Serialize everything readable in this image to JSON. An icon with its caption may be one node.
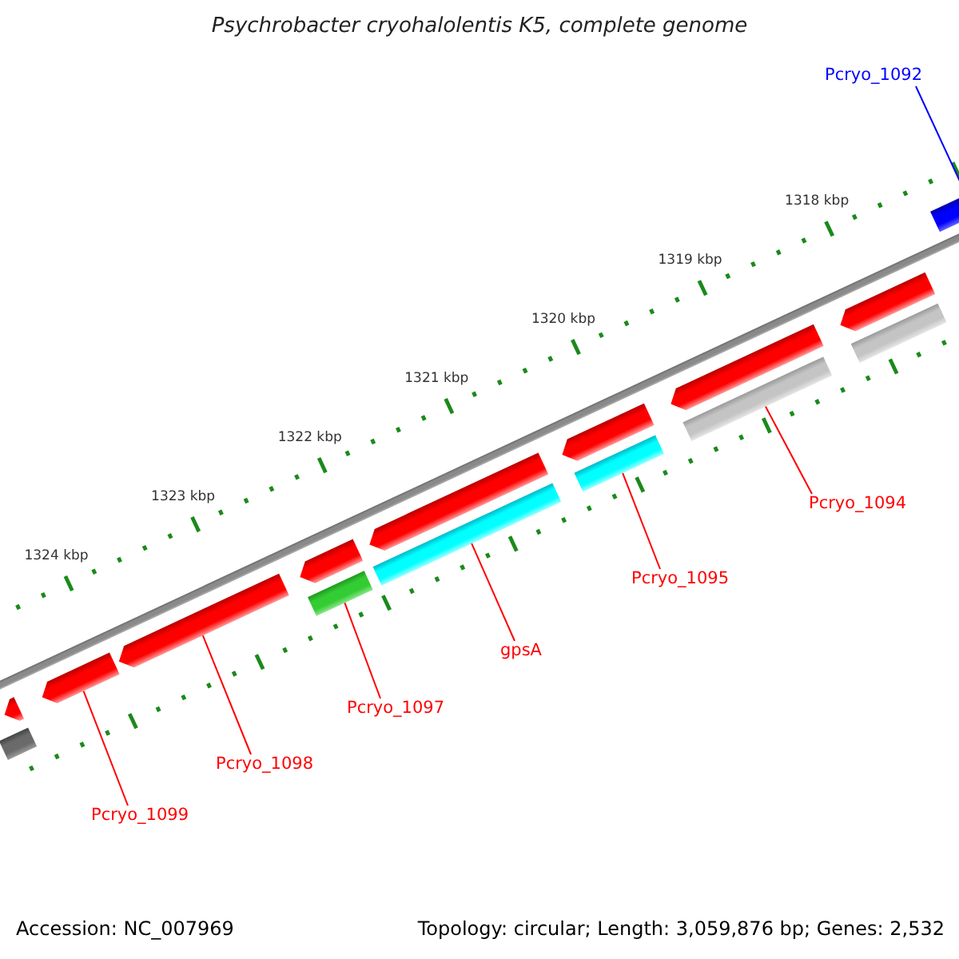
{
  "diagram": {
    "title": "Psychrobacter cryohalolentis K5, complete genome",
    "nodes": [
      {
        "text": [
          "Pcryo_1092"
        ]
      },
      {
        "text": [
          "Pcryo_1094"
        ]
      },
      {
        "text": [
          "Pcryo_1095"
        ]
      },
      {
        "text": [
          "gpsA"
        ]
      },
      {
        "text": [
          "Pcryo_1097"
        ]
      },
      {
        "text": [
          "Pcryo_1098"
        ]
      },
      {
        "text": [
          "Pcryo_1099"
        ]
      },
      {
        "text": [],
        "shape": "bar"
      },
      {
        "text": [],
        "shape": "bar"
      },
      {
        "text": [],
        "shape": "bar"
      },
      {
        "text": [],
        "shape": "bar"
      },
      {
        "text": [],
        "shape": "bar"
      },
      {
        "text": [],
        "shape": "bar"
      },
      {
        "text": [],
        "shape": "bar"
      },
      {
        "text": [],
        "shape": "bar"
      },
      {
        "text": [],
        "shape": "bar"
      },
      {
        "text": [],
        "shape": "bar"
      },
      {
        "text": [],
        "shape": "bar"
      },
      {
        "text": [],
        "shape": "bar"
      },
      {
        "text": [],
        "shape": "bar"
      },
      {
        "text": [],
        "shape": "bar"
      },
      {
        "text": [],
        "shape": "bar"
      }
    ],
    "edges": [
      {
        "from": 0,
        "to": 21,
        "arrow": "none",
        "color": "#0000ff"
      },
      {
        "from": 1,
        "to": 18,
        "arrow": "none"
      },
      {
        "from": 2,
        "to": 16,
        "arrow": "none"
      },
      {
        "from": 3,
        "to": 14,
        "arrow": "none"
      },
      {
        "from": 4,
        "to": 12,
        "arrow": "none"
      },
      {
        "from": 5,
        "to": 10,
        "arrow": "none"
      },
      {
        "from": 6,
        "to": 9,
        "arrow": "none"
      }
    ],
    "labels": [
      "1318 kbp",
      "1319 kbp",
      "1320 kbp",
      "1321 kbp",
      "1322 kbp",
      "1323 kbp",
      "1324 kbp",
      "Accession: NC_007969",
      "Topology: circular; Length: 3,059,876 bp; Genes: 2,532"
    ]
  }
}
